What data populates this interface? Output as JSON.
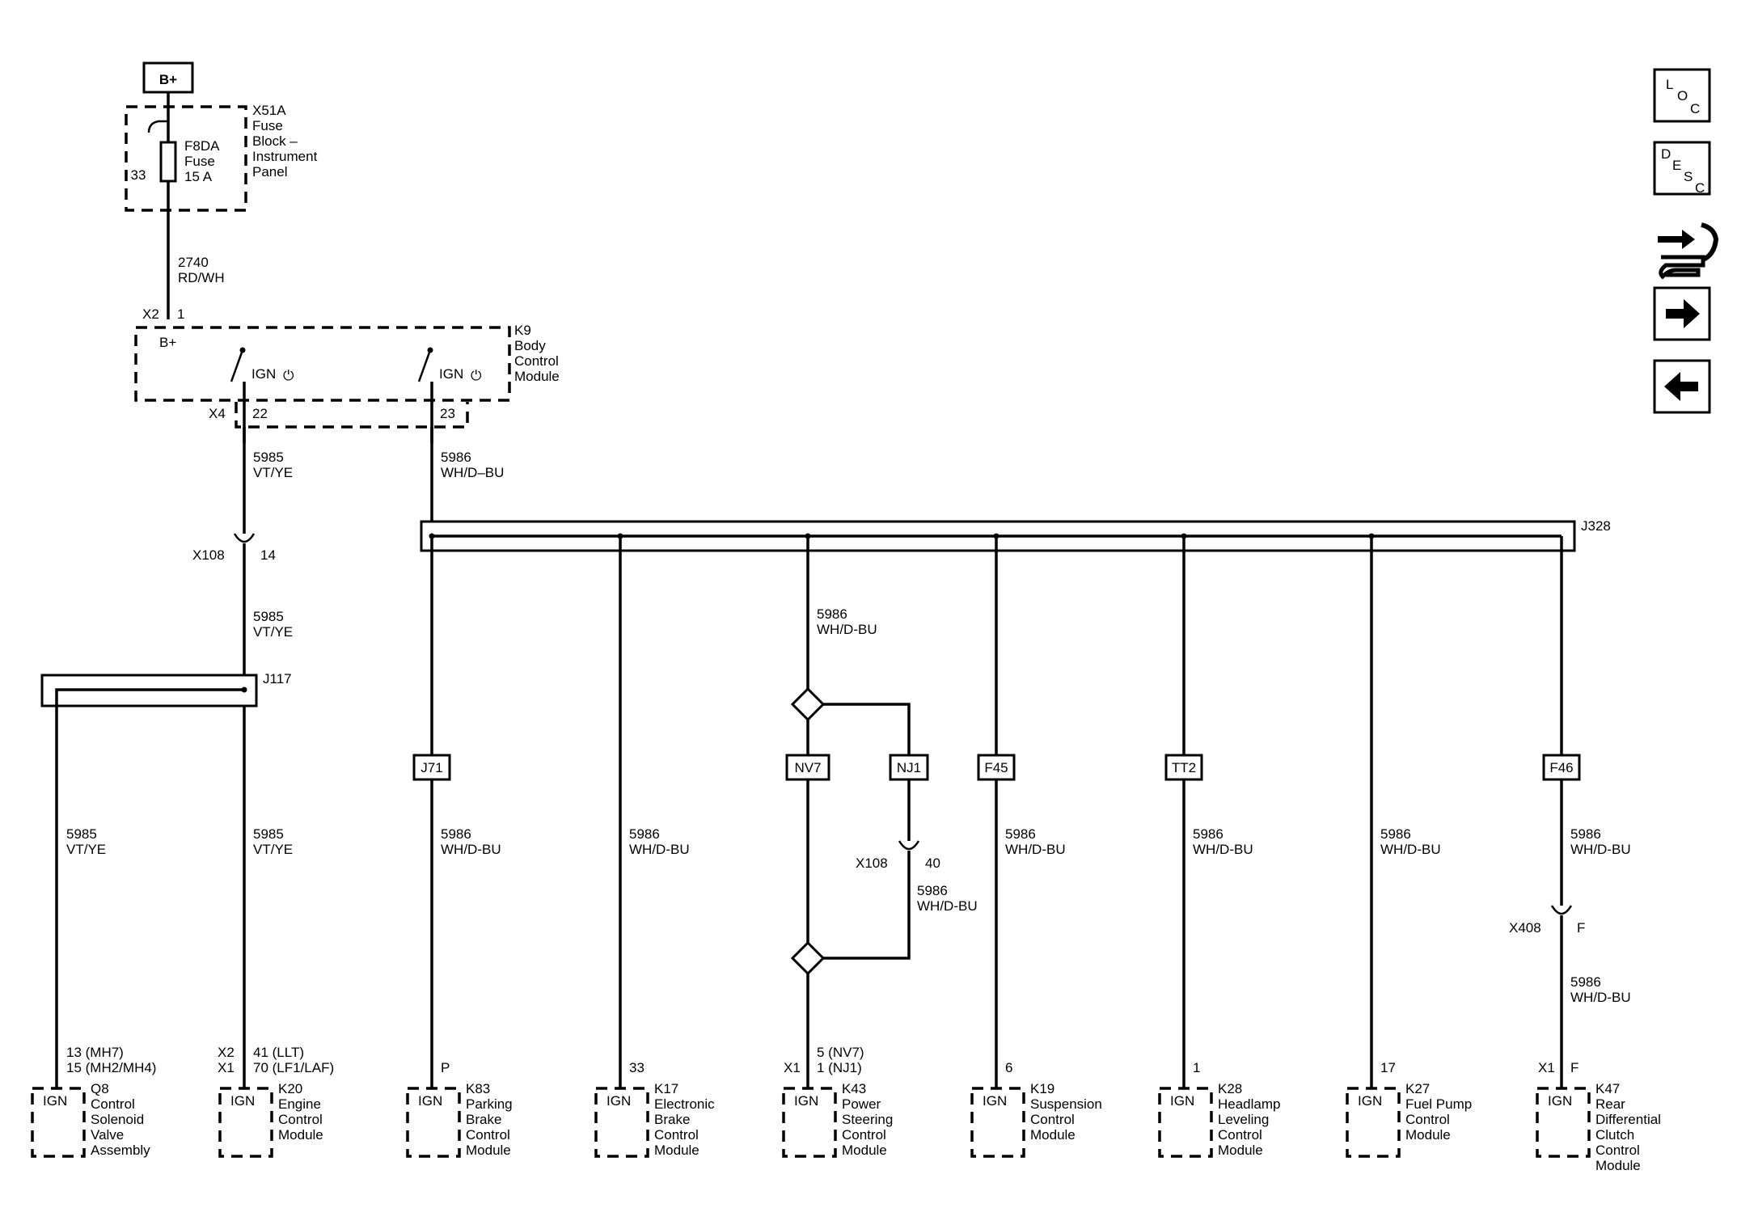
{
  "power": {
    "bplus": "B+",
    "fuse_block": [
      "X51A",
      "Fuse",
      "Block –",
      "Instrument",
      "Panel"
    ],
    "fuse": [
      "F8DA",
      "Fuse",
      "15 A"
    ],
    "fuse_pin": "33",
    "wire_id": "2740",
    "wire_color": "RD/WH"
  },
  "bcm": {
    "conn_top": "X2",
    "pin_top": "1",
    "bplus": "B+",
    "ign": "IGN",
    "power_symbol": "⏻",
    "name": [
      "K9",
      "Body",
      "Control",
      "Module"
    ],
    "conn_bottom": "X4",
    "pin_22": "22",
    "pin_23": "23"
  },
  "left_circuit": {
    "wire_id": "5985",
    "wire_color": "VT/YE",
    "inline_conn": "X108",
    "inline_pin": "14",
    "splice": "J117"
  },
  "right_circuit": {
    "wire_id": "5986",
    "wire_color": "WH/D–BU",
    "wire_color_alt": "WH/D-BU",
    "splice": "J328",
    "mid_conn": "X108",
    "mid_pin": "40",
    "rear_conn": "X408",
    "rear_pin": "F"
  },
  "tags": [
    "J71",
    "NV7",
    "NJ1",
    "F45",
    "TT2",
    "F46"
  ],
  "modules": [
    {
      "pins": [
        "13 (MH7)",
        "15 (MH2/MH4)"
      ],
      "conns": [],
      "ign": "IGN",
      "name": [
        "Q8",
        "Control",
        "Solenoid",
        "Valve",
        "Assembly"
      ]
    },
    {
      "pins": [
        "41 (LLT)",
        "70 (LF1/LAF)"
      ],
      "conns": [
        "X2",
        "X1"
      ],
      "ign": "IGN",
      "name": [
        "K20",
        "Engine",
        "Control",
        "Module"
      ]
    },
    {
      "pins": [
        "P"
      ],
      "conns": [],
      "ign": "IGN",
      "name": [
        "K83",
        "Parking",
        "Brake",
        "Control",
        "Module"
      ]
    },
    {
      "pins": [
        "33"
      ],
      "conns": [],
      "ign": "IGN",
      "name": [
        "K17",
        "Electronic",
        "Brake",
        "Control",
        "Module"
      ]
    },
    {
      "pins": [
        "5 (NV7)",
        "1 (NJ1)"
      ],
      "conns": [
        "X1"
      ],
      "ign": "IGN",
      "name": [
        "K43",
        "Power",
        "Steering",
        "Control",
        "Module"
      ]
    },
    {
      "pins": [
        "6"
      ],
      "conns": [],
      "ign": "IGN",
      "name": [
        "K19",
        "Suspension",
        "Control",
        "Module"
      ]
    },
    {
      "pins": [
        "1"
      ],
      "conns": [],
      "ign": "IGN",
      "name": [
        "K28",
        "Headlamp",
        "Leveling",
        "Control",
        "Module"
      ]
    },
    {
      "pins": [
        "17"
      ],
      "conns": [],
      "ign": "IGN",
      "name": [
        "K27",
        "Fuel Pump",
        "Control",
        "Module"
      ]
    },
    {
      "pins": [
        "F"
      ],
      "conns": [
        "X1"
      ],
      "ign": "IGN",
      "name": [
        "K47",
        "Rear",
        "Differential",
        "Clutch",
        "Control",
        "Module"
      ]
    }
  ],
  "nav": {
    "loc": [
      "L",
      "O",
      "C"
    ],
    "desc": [
      "D",
      "E",
      "S",
      "C"
    ]
  }
}
